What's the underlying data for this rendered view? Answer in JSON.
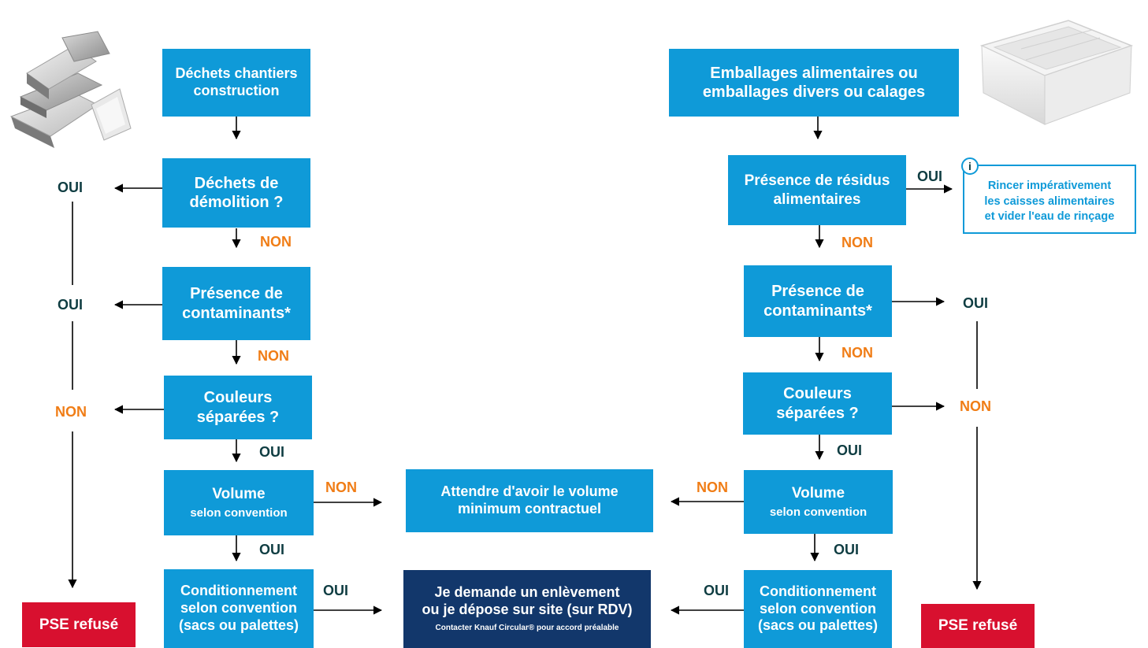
{
  "left": {
    "start": [
      "Déchets chantiers",
      "construction"
    ],
    "q_demolition": [
      "Déchets de",
      "démolition ?"
    ],
    "q_contaminants": [
      "Présence de",
      "contaminants*"
    ],
    "q_couleurs": [
      "Couleurs",
      "séparées ?"
    ],
    "volume": {
      "title": "Volume",
      "sub": "selon convention"
    },
    "conditionnement": [
      "Conditionnement",
      "selon convention",
      "(sacs ou palettes)"
    ],
    "refused": "PSE refusé"
  },
  "right": {
    "start": [
      "Emballages alimentaires ou",
      "emballages divers ou calages"
    ],
    "q_residus": [
      "Présence de résidus",
      "alimentaires"
    ],
    "q_contaminants": [
      "Présence de",
      "contaminants*"
    ],
    "q_couleurs": [
      "Couleurs",
      "séparées ?"
    ],
    "volume": {
      "title": "Volume",
      "sub": "selon convention"
    },
    "conditionnement": [
      "Conditionnement",
      "selon convention",
      "(sacs ou palettes)"
    ],
    "refused": "PSE refusé"
  },
  "center": {
    "wait": [
      "Attendre d'avoir le volume",
      "minimum contractuel"
    ],
    "request": [
      "Je demande un enlèvement",
      "ou je dépose sur site (sur RDV)"
    ],
    "request_note": "Contacter Knauf Circular® pour accord préalable"
  },
  "info": {
    "icon": "i",
    "lines": [
      "Rincer impérativement",
      "les caisses alimentaires",
      "et vider l'eau de rinçage"
    ]
  },
  "labels": {
    "oui": "OUI",
    "non": "NON"
  },
  "colors": {
    "box": "#0f9ad8",
    "navy": "#12376b",
    "refused": "#d8102f",
    "oui": "#0f3d42",
    "non": "#f07d16"
  },
  "images": {
    "left": "insulation-boards-picture",
    "right": "polystyrene-box-picture"
  }
}
